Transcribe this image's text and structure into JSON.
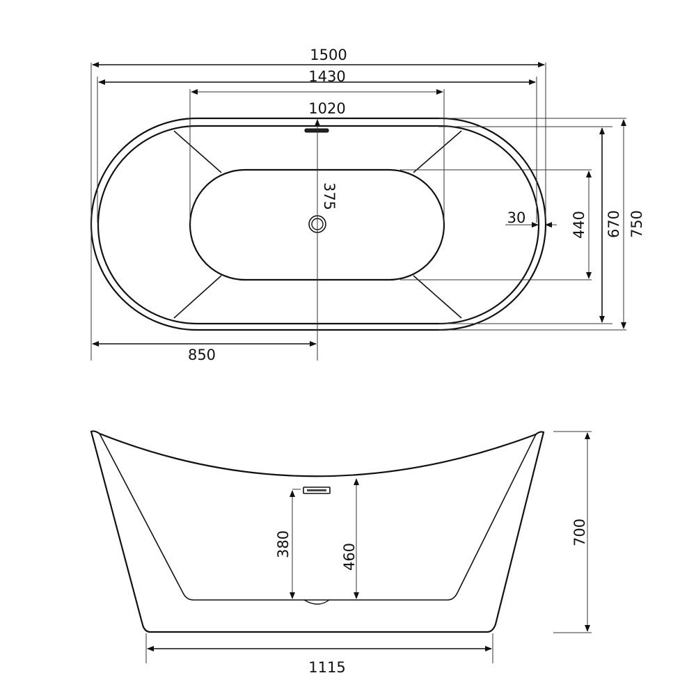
{
  "drawing": {
    "subject": "Freestanding oval bathtub technical drawing",
    "top_view": {
      "overall_length": "1500",
      "rim_inner_length": "1430",
      "basin_flat_length": "1020",
      "drain_from_edge": "850",
      "overflow_to_drain": "375",
      "rim_thickness": "30",
      "basin_width": "440",
      "inner_width": "670",
      "overall_width": "750"
    },
    "side_view": {
      "overall_height": "700",
      "overflow_height": "380",
      "inner_depth": "460",
      "base_length": "1115"
    }
  },
  "colors": {
    "line": "#111111",
    "background": "#ffffff"
  }
}
